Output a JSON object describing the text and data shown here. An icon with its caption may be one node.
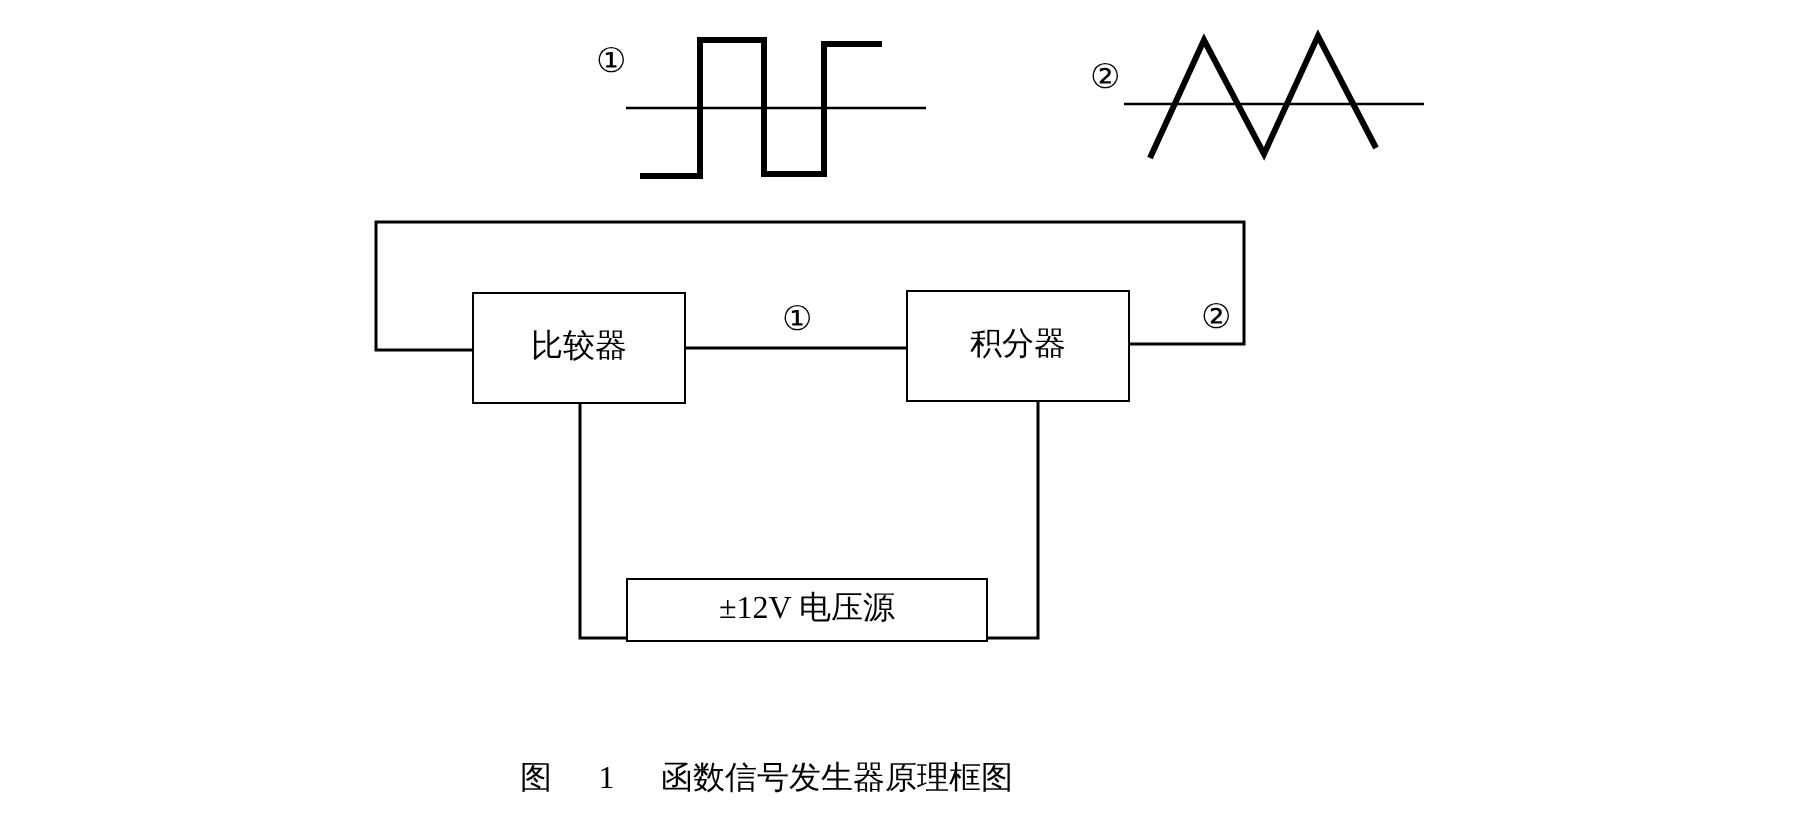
{
  "diagram": {
    "caption": "图 1 函数信号发生器原理框图",
    "nodes": [
      {
        "text": [
          "比较器"
        ]
      },
      {
        "text": [
          "积分器"
        ]
      },
      {
        "text": [
          "±12V 电压源"
        ]
      }
    ],
    "edges": [
      {
        "from": 0,
        "to": 1,
        "arrow": "none",
        "label": "①"
      },
      {
        "from": 1,
        "to": 0,
        "arrow": "none",
        "label": "②"
      },
      {
        "from": 0,
        "to": 2,
        "arrow": "none"
      },
      {
        "from": 1,
        "to": 2,
        "arrow": "none"
      }
    ],
    "labels": [
      "①",
      "②"
    ]
  }
}
